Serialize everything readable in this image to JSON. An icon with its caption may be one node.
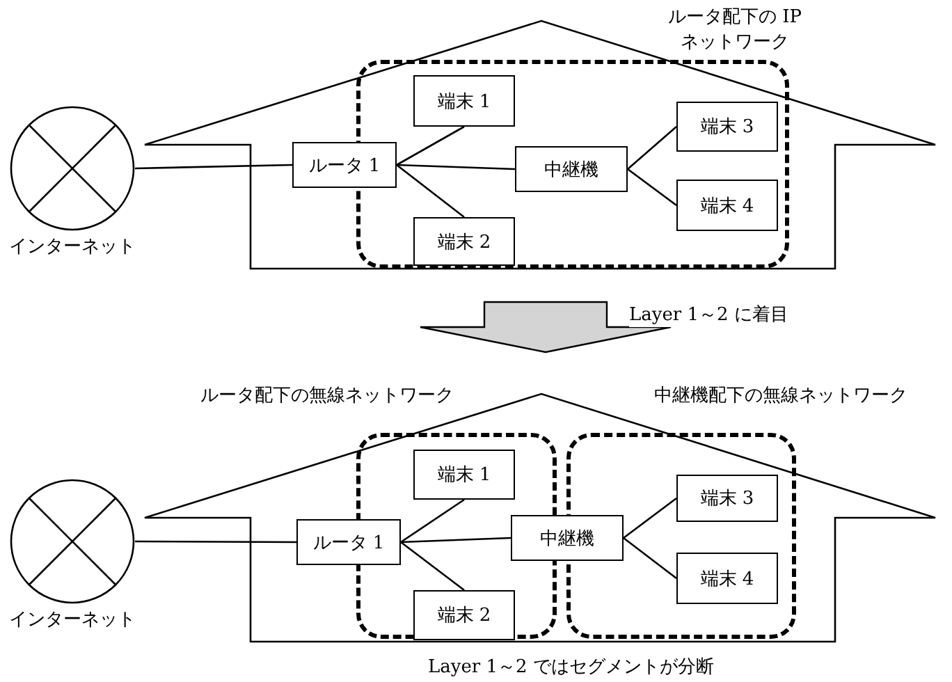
{
  "diagram": {
    "nodes": [
      {
        "text": [],
        "shape": "circle",
        "beside": [
          "インターネット"
        ]
      },
      {
        "text": [],
        "shape": "house"
      },
      {
        "text": [
          "ルータ配下の IP ネットワーク"
        ],
        "in": 1
      },
      {
        "text": [
          "ルータ 1"
        ],
        "in": 1
      },
      {
        "text": [
          "端末 1"
        ],
        "in": 2
      },
      {
        "text": [
          "端末 2"
        ],
        "in": 2
      },
      {
        "text": [
          "中継機"
        ],
        "in": 2
      },
      {
        "text": [
          "端末 3"
        ],
        "in": 2
      },
      {
        "text": [
          "端末 4"
        ],
        "in": 2
      },
      {
        "text": [],
        "shape": "circle",
        "beside": [
          "インターネット"
        ]
      },
      {
        "text": [],
        "shape": "house"
      },
      {
        "text": [
          "ルータ配下の無線ネットワーク"
        ],
        "in": 10
      },
      {
        "text": [
          "ルータ 1"
        ],
        "in": 11
      },
      {
        "text": [
          "端末 1"
        ],
        "in": 11
      },
      {
        "text": [
          "端末 2"
        ],
        "in": 11
      },
      {
        "text": [
          "中継機"
        ],
        "in": 10
      },
      {
        "text": [
          "中継機配下の無線ネットワーク"
        ],
        "in": 10
      },
      {
        "text": [
          "端末 3"
        ],
        "in": 16
      },
      {
        "text": [
          "端末 4"
        ],
        "in": 16
      }
    ],
    "edges": [
      {
        "from": 0,
        "to": 3,
        "arrow": "none"
      },
      {
        "from": 3,
        "to": 4,
        "arrow": "none"
      },
      {
        "from": 3,
        "to": 5,
        "arrow": "none"
      },
      {
        "from": 3,
        "to": 6,
        "arrow": "none"
      },
      {
        "from": 6,
        "to": 7,
        "arrow": "none"
      },
      {
        "from": 6,
        "to": 8,
        "arrow": "none"
      },
      {
        "from": 1,
        "to": 10,
        "arrow": "to",
        "style": "thick",
        "label": "Layer 1～2 に着目"
      },
      {
        "from": 9,
        "to": 12,
        "arrow": "none"
      },
      {
        "from": 12,
        "to": 13,
        "arrow": "none"
      },
      {
        "from": 12,
        "to": 14,
        "arrow": "none"
      },
      {
        "from": 12,
        "to": 15,
        "arrow": "none"
      },
      {
        "from": 15,
        "to": 17,
        "arrow": "none"
      },
      {
        "from": 15,
        "to": 18,
        "arrow": "none"
      }
    ],
    "labels": [
      "Layer 1～2 ではセグメントが分断"
    ]
  }
}
